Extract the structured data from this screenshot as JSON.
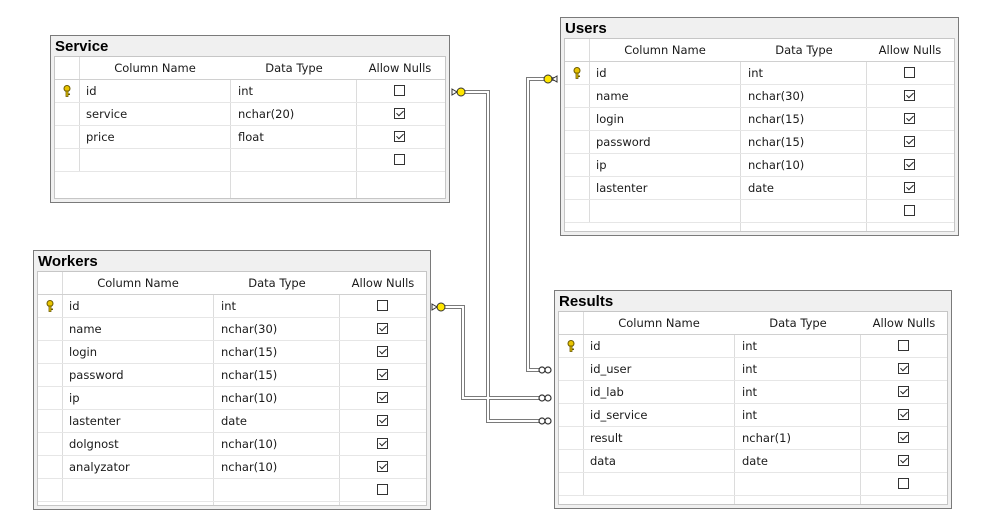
{
  "headers": {
    "column_name": "Column Name",
    "data_type": "Data Type",
    "allow_nulls": "Allow Nulls"
  },
  "tables": {
    "service": {
      "title": "Service",
      "rows": [
        {
          "name": "id",
          "type": "int",
          "nulls": false,
          "pk": true
        },
        {
          "name": "service",
          "type": "nchar(20)",
          "nulls": true,
          "pk": false
        },
        {
          "name": "price",
          "type": "float",
          "nulls": true,
          "pk": false
        },
        {
          "name": "",
          "type": "",
          "nulls": false,
          "pk": false
        }
      ]
    },
    "users": {
      "title": "Users",
      "rows": [
        {
          "name": "id",
          "type": "int",
          "nulls": false,
          "pk": true
        },
        {
          "name": "name",
          "type": "nchar(30)",
          "nulls": true,
          "pk": false
        },
        {
          "name": "login",
          "type": "nchar(15)",
          "nulls": true,
          "pk": false
        },
        {
          "name": "password",
          "type": "nchar(15)",
          "nulls": true,
          "pk": false
        },
        {
          "name": "ip",
          "type": "nchar(10)",
          "nulls": true,
          "pk": false
        },
        {
          "name": "lastenter",
          "type": "date",
          "nulls": true,
          "pk": false
        },
        {
          "name": "",
          "type": "",
          "nulls": false,
          "pk": false
        }
      ]
    },
    "workers": {
      "title": "Workers",
      "rows": [
        {
          "name": "id",
          "type": "int",
          "nulls": false,
          "pk": true
        },
        {
          "name": "name",
          "type": "nchar(30)",
          "nulls": true,
          "pk": false
        },
        {
          "name": "login",
          "type": "nchar(15)",
          "nulls": true,
          "pk": false
        },
        {
          "name": "password",
          "type": "nchar(15)",
          "nulls": true,
          "pk": false
        },
        {
          "name": "ip",
          "type": "nchar(10)",
          "nulls": true,
          "pk": false
        },
        {
          "name": "lastenter",
          "type": "date",
          "nulls": true,
          "pk": false
        },
        {
          "name": "dolgnost",
          "type": "nchar(10)",
          "nulls": true,
          "pk": false
        },
        {
          "name": "analyzator",
          "type": "nchar(10)",
          "nulls": true,
          "pk": false
        },
        {
          "name": "",
          "type": "",
          "nulls": false,
          "pk": false
        }
      ]
    },
    "results": {
      "title": "Results",
      "rows": [
        {
          "name": "id",
          "type": "int",
          "nulls": false,
          "pk": true
        },
        {
          "name": "id_user",
          "type": "int",
          "nulls": true,
          "pk": false
        },
        {
          "name": "id_lab",
          "type": "int",
          "nulls": true,
          "pk": false
        },
        {
          "name": "id_service",
          "type": "int",
          "nulls": true,
          "pk": false
        },
        {
          "name": "result",
          "type": "nchar(1)",
          "nulls": true,
          "pk": false
        },
        {
          "name": "data",
          "type": "date",
          "nulls": true,
          "pk": false
        },
        {
          "name": "",
          "type": "",
          "nulls": false,
          "pk": false
        }
      ]
    }
  },
  "relationships": [
    {
      "from": "service.id",
      "to": "results.id_service"
    },
    {
      "from": "users.id",
      "to": "results.id_user"
    },
    {
      "from": "workers.id",
      "to": "results.id_lab"
    }
  ]
}
